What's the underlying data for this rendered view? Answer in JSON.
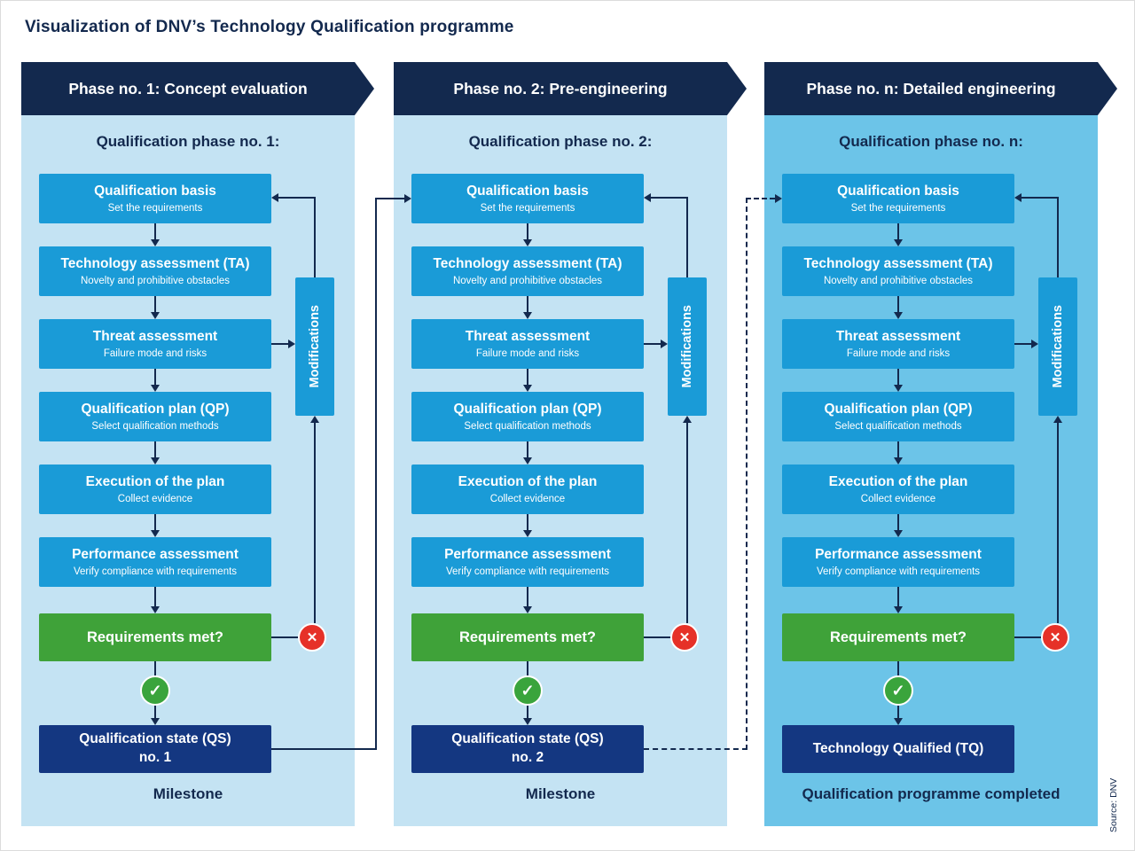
{
  "page": {
    "title": "Visualization of DNV’s Technology Qualification programme",
    "source_credit": "Source: DNV"
  },
  "icons": {
    "check": "✓",
    "cross": "✕"
  },
  "colors": {
    "navy": "#13294e",
    "panel_light_blue": "#c4e3f3",
    "panel_dark_blue": "#6cc4e8",
    "step_blue": "#1a9bd7",
    "decision_green": "#3fa239",
    "result_navy": "#143781",
    "cross_red": "#e63128",
    "check_green": "#3aa43c"
  },
  "phases": [
    {
      "header": "Phase no. 1: Concept evaluation",
      "subtitle": "Qualification phase no. 1:",
      "steps": [
        {
          "title": "Qualification basis",
          "subtitle": "Set the requirements"
        },
        {
          "title": "Technology assessment (TA)",
          "subtitle": "Novelty and prohibitive obstacles"
        },
        {
          "title": "Threat assessment",
          "subtitle": "Failure mode and risks"
        },
        {
          "title": "Qualification plan (QP)",
          "subtitle": "Select qualification methods"
        },
        {
          "title": "Execution of the plan",
          "subtitle": "Collect evidence"
        },
        {
          "title": "Performance assessment",
          "subtitle": "Verify compliance with requirements"
        }
      ],
      "decision": "Requirements met?",
      "modifications": "Modifications",
      "result_line1": "Qualification state (QS)",
      "result_line2": "no. 1",
      "footer": "Milestone"
    },
    {
      "header": "Phase no. 2: Pre-engineering",
      "subtitle": "Qualification phase no. 2:",
      "steps": [
        {
          "title": "Qualification basis",
          "subtitle": "Set the requirements"
        },
        {
          "title": "Technology assessment (TA)",
          "subtitle": "Novelty and prohibitive obstacles"
        },
        {
          "title": "Threat assessment",
          "subtitle": "Failure mode and risks"
        },
        {
          "title": "Qualification plan (QP)",
          "subtitle": "Select qualification methods"
        },
        {
          "title": "Execution of the plan",
          "subtitle": "Collect evidence"
        },
        {
          "title": "Performance assessment",
          "subtitle": "Verify compliance with requirements"
        }
      ],
      "decision": "Requirements met?",
      "modifications": "Modifications",
      "result_line1": "Qualification state (QS)",
      "result_line2": "no. 2",
      "footer": "Milestone"
    },
    {
      "header": "Phase no. n: Detailed engineering",
      "subtitle": "Qualification phase no. n:",
      "steps": [
        {
          "title": "Qualification basis",
          "subtitle": "Set the requirements"
        },
        {
          "title": "Technology assessment (TA)",
          "subtitle": "Novelty and prohibitive obstacles"
        },
        {
          "title": "Threat assessment",
          "subtitle": "Failure mode and risks"
        },
        {
          "title": "Qualification plan (QP)",
          "subtitle": "Select qualification methods"
        },
        {
          "title": "Execution of the plan",
          "subtitle": "Collect evidence"
        },
        {
          "title": "Performance assessment",
          "subtitle": "Verify compliance with requirements"
        }
      ],
      "decision": "Requirements met?",
      "modifications": "Modifications",
      "result_line1": "Technology Qualified (TQ)",
      "footer": "Qualification programme completed"
    }
  ]
}
